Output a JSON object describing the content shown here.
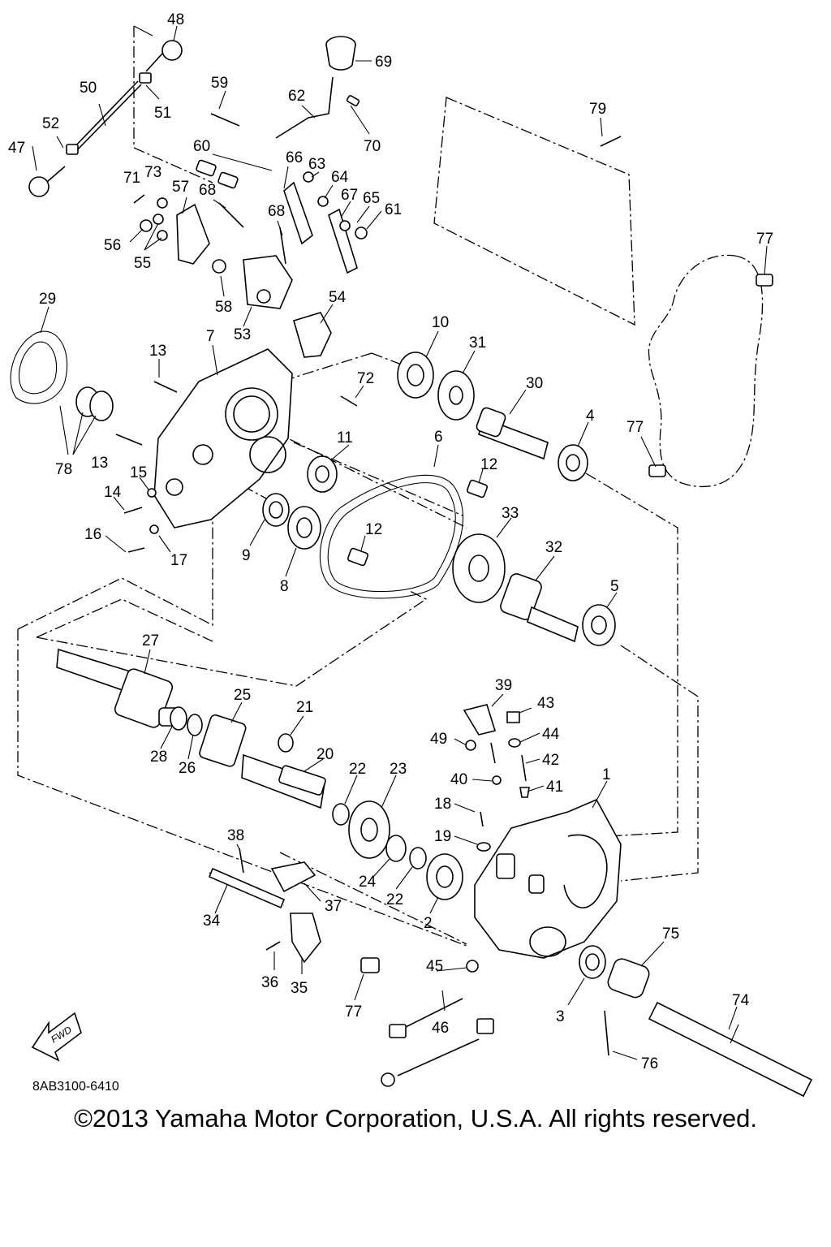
{
  "diagram": {
    "reference_code": "8AB3100-6410",
    "direction_label": "FWD",
    "callouts": [
      "1",
      "2",
      "3",
      "4",
      "5",
      "6",
      "7",
      "8",
      "9",
      "10",
      "11",
      "12",
      "12",
      "13",
      "13",
      "14",
      "15",
      "16",
      "17",
      "18",
      "19",
      "20",
      "21",
      "22",
      "22",
      "23",
      "24",
      "25",
      "26",
      "27",
      "28",
      "29",
      "30",
      "31",
      "32",
      "33",
      "34",
      "35",
      "36",
      "37",
      "38",
      "39",
      "40",
      "41",
      "42",
      "43",
      "44",
      "45",
      "46",
      "47",
      "48",
      "49",
      "50",
      "51",
      "52",
      "53",
      "54",
      "55",
      "56",
      "57",
      "58",
      "59",
      "60",
      "61",
      "62",
      "63",
      "64",
      "65",
      "66",
      "67",
      "68",
      "68",
      "69",
      "70",
      "71",
      "72",
      "73",
      "74",
      "75",
      "76",
      "77",
      "77",
      "77",
      "78",
      "79"
    ]
  },
  "footer": {
    "copyright": "©2013 Yamaha Motor Corporation, U.S.A. All rights reserved."
  }
}
